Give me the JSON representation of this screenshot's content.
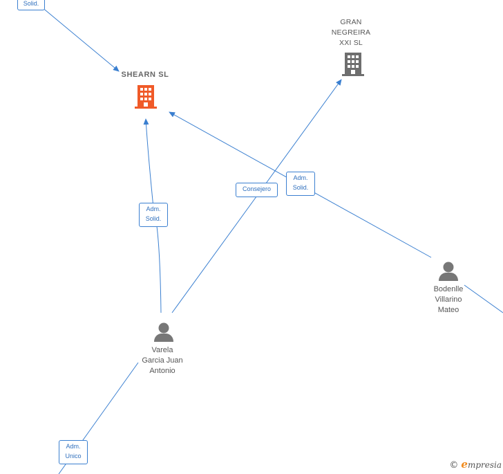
{
  "nodes": {
    "shearn": {
      "label": "SHEARN  SL",
      "icon": "building-icon",
      "color": "#f05a28"
    },
    "gran_negreira": {
      "label": "GRAN\nNEGREIRA\nXXI SL",
      "icon": "building-icon",
      "color": "#6e6e6e"
    },
    "varela": {
      "label": "Varela\nGarcia Juan\nAntonio",
      "icon": "person-icon"
    },
    "bodenlle": {
      "label": "Bodenlle\nVillarino\nMateo",
      "icon": "person-icon"
    }
  },
  "relations": {
    "top_solid": "Solid.",
    "varela_shearn": "Adm.\nSolid.",
    "varela_gran": "Consejero",
    "bodenlle_shearn": "Adm.\nSolid.",
    "bottom_unico": "Adm.\nUnico"
  },
  "brand": {
    "copyright": "©",
    "e": "e",
    "name": "mpresia"
  },
  "colors": {
    "edge": "#3a7fd0",
    "person": "#777777"
  }
}
